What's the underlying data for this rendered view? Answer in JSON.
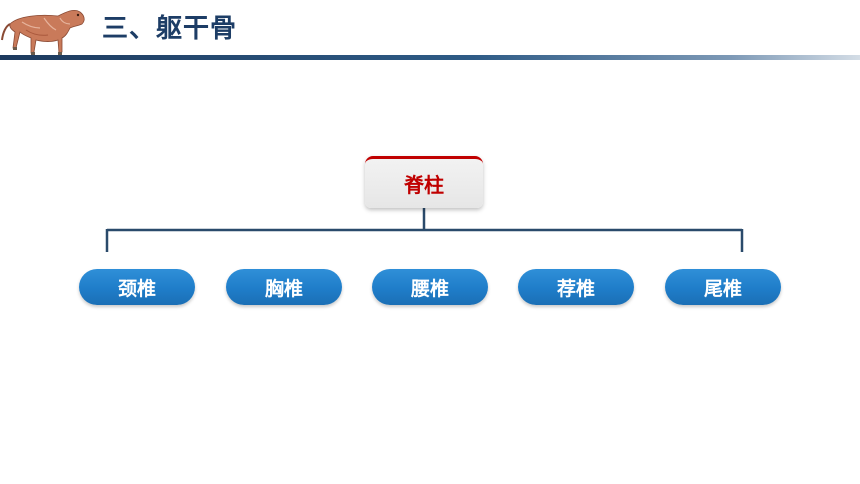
{
  "header": {
    "title": "三、躯干骨",
    "logo_icon": "animal-anatomy-icon"
  },
  "diagram": {
    "root": {
      "label": "脊柱",
      "color": "#c00000"
    },
    "children": [
      {
        "label": "颈椎"
      },
      {
        "label": "胸椎"
      },
      {
        "label": "腰椎"
      },
      {
        "label": "荐椎"
      },
      {
        "label": "尾椎"
      }
    ],
    "node_color": "#1f7dc9",
    "connector_color": "#2a4a6b"
  }
}
